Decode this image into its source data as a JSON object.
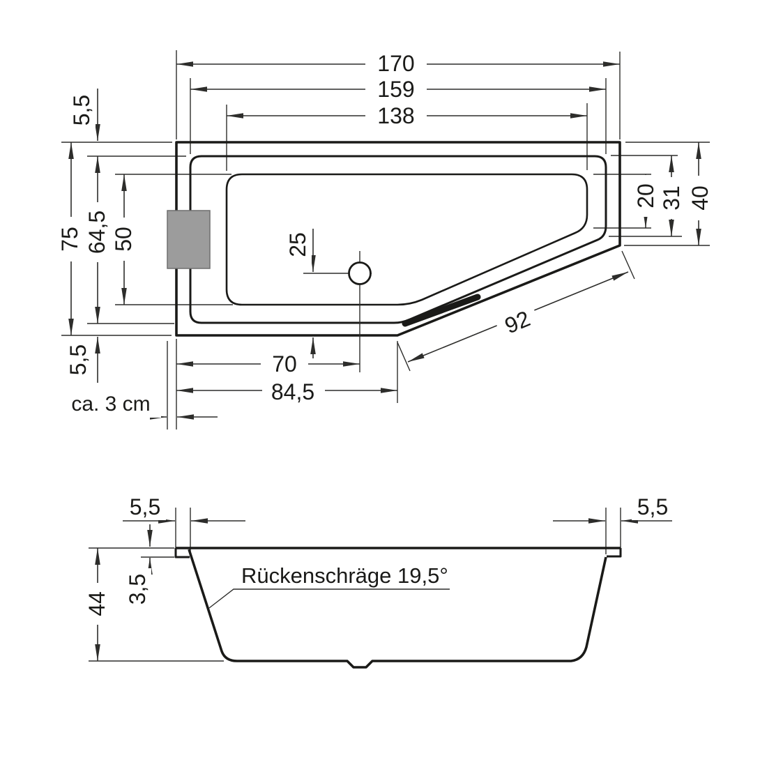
{
  "colors": {
    "line": "#1a1a18",
    "dimension_line": "#2d2d2b",
    "headrest_fill": "#9c9c9c",
    "headrest_border": "#6e6e6e",
    "background": "#ffffff"
  },
  "top_view": {
    "length_overall": "170",
    "length_rim": "159",
    "length_basin": "138",
    "rim_width_top": "5,5",
    "width_overall": "75",
    "width_rim": "64,5",
    "width_basin": "50",
    "rim_width_bottom": "5,5",
    "drain_offset_bottom": "25",
    "drain_offset_left": "70",
    "slope_start_offset": "84,5",
    "headrest_offset": "ca. 3 cm",
    "slope_edge_length": "92",
    "end_width_basin": "20",
    "end_width_rim": "31",
    "end_width_overall": "40"
  },
  "side_view": {
    "rim_width_left": "5,5",
    "rim_width_right": "5,5",
    "lip_thickness": "3,5",
    "height_overall": "44",
    "back_slope_label": "Rückenschräge 19,5°"
  }
}
